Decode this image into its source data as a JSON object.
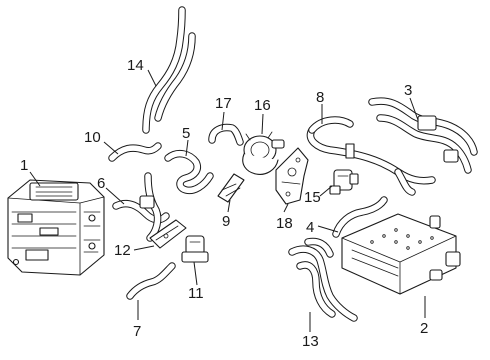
{
  "diagram": {
    "callouts": [
      {
        "id": "c1",
        "label": "1"
      },
      {
        "id": "c2",
        "label": "2"
      },
      {
        "id": "c3",
        "label": "3"
      },
      {
        "id": "c4",
        "label": "4"
      },
      {
        "id": "c5",
        "label": "5"
      },
      {
        "id": "c6",
        "label": "6"
      },
      {
        "id": "c7",
        "label": "7"
      },
      {
        "id": "c8",
        "label": "8"
      },
      {
        "id": "c9",
        "label": "9"
      },
      {
        "id": "c10",
        "label": "10"
      },
      {
        "id": "c11",
        "label": "11"
      },
      {
        "id": "c12",
        "label": "12"
      },
      {
        "id": "c13",
        "label": "13"
      },
      {
        "id": "c14",
        "label": "14"
      },
      {
        "id": "c15",
        "label": "15"
      },
      {
        "id": "c16",
        "label": "16"
      },
      {
        "id": "c17",
        "label": "17"
      },
      {
        "id": "c18",
        "label": "18"
      }
    ]
  }
}
